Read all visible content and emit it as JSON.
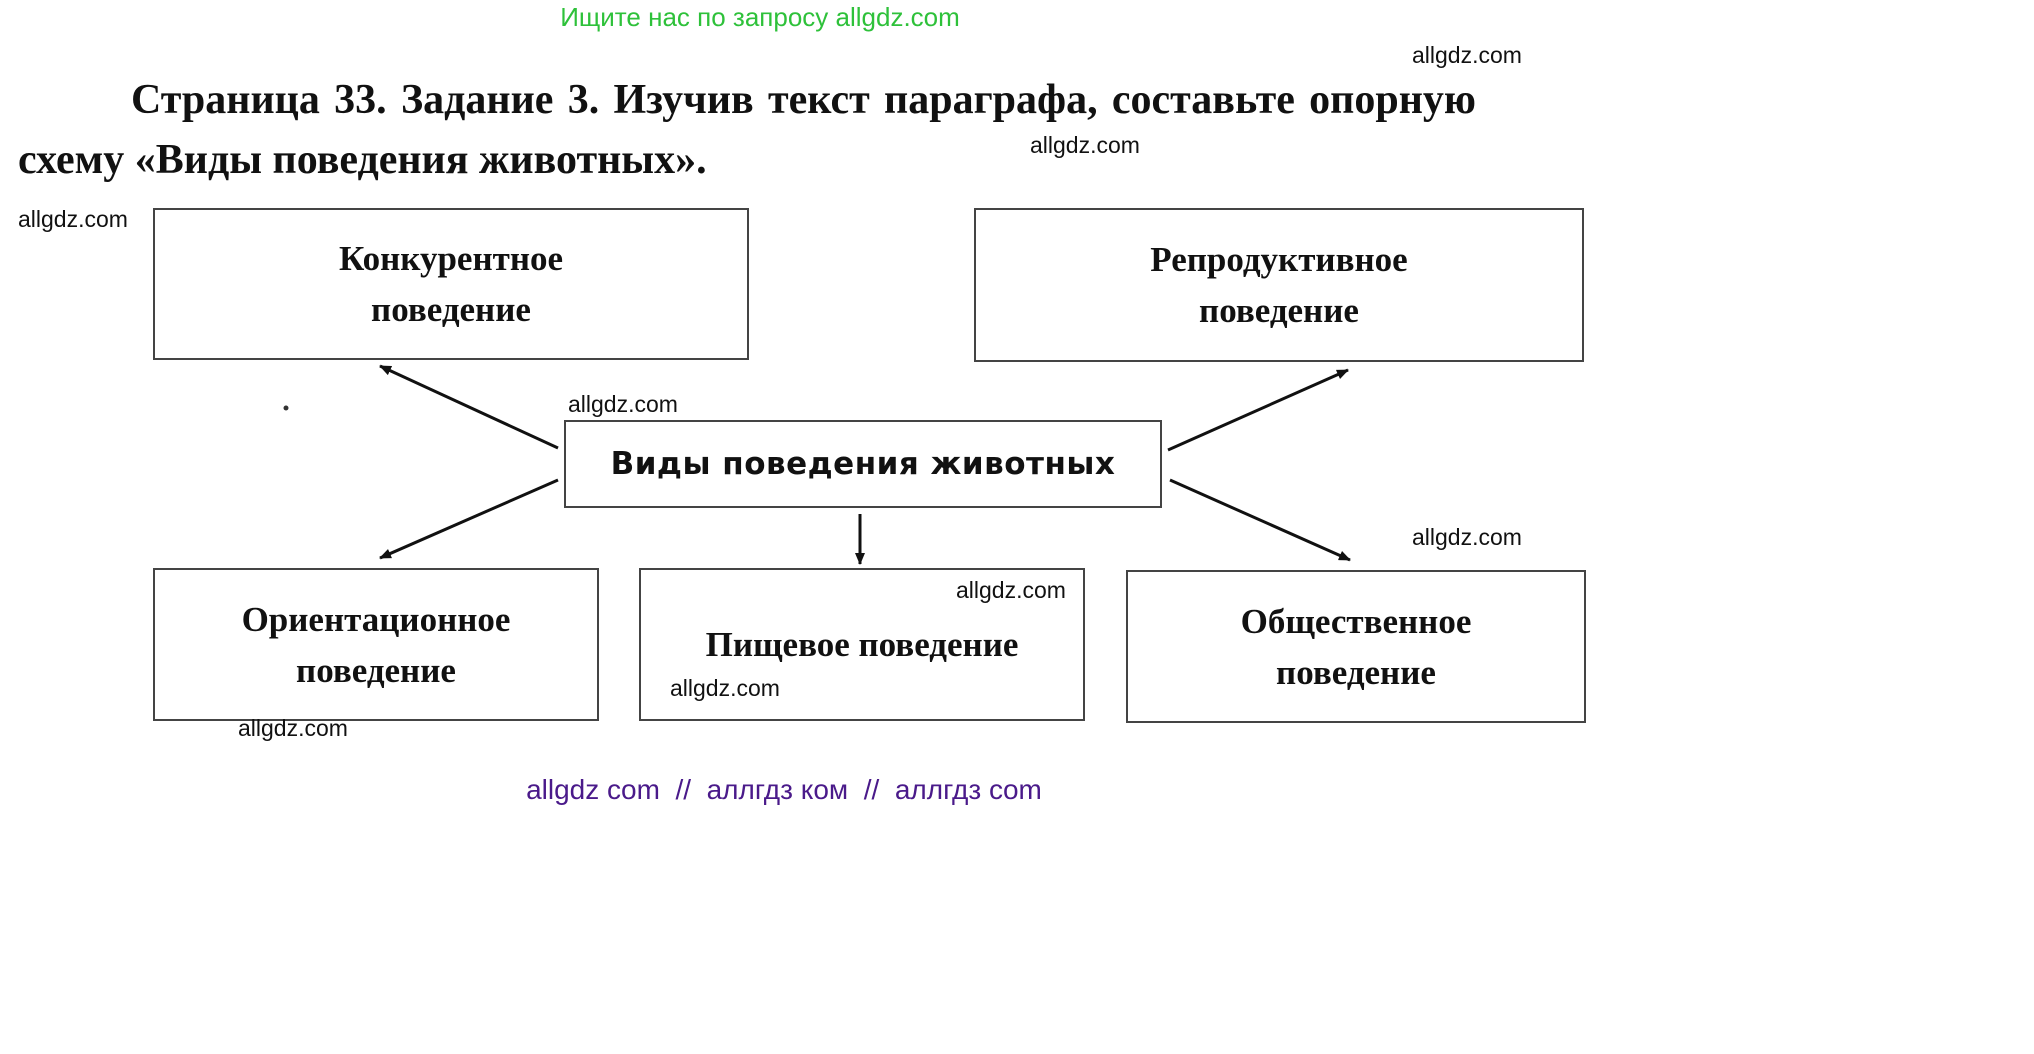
{
  "banner": "Ищите нас по запросу allgdz.com",
  "watermark": "allgdz.com",
  "title": "Страница 33. Задание 3. Изучив текст параграфа, составьте опорную схему «Виды поведения животных».",
  "diagram": {
    "center": "Виды поведения животных",
    "nodes": [
      {
        "id": "competitive",
        "label": "Конкурентное\nповедение"
      },
      {
        "id": "reproductive",
        "label": "Репродуктивное\nповедение"
      },
      {
        "id": "orientation",
        "label": "Ориентационное\nповедение"
      },
      {
        "id": "food",
        "label": "Пищевое поведение"
      },
      {
        "id": "social",
        "label": "Общественное\nповедение"
      }
    ]
  },
  "footer": "allgdz com  //  аллгдз ком  //  аллгдз com"
}
